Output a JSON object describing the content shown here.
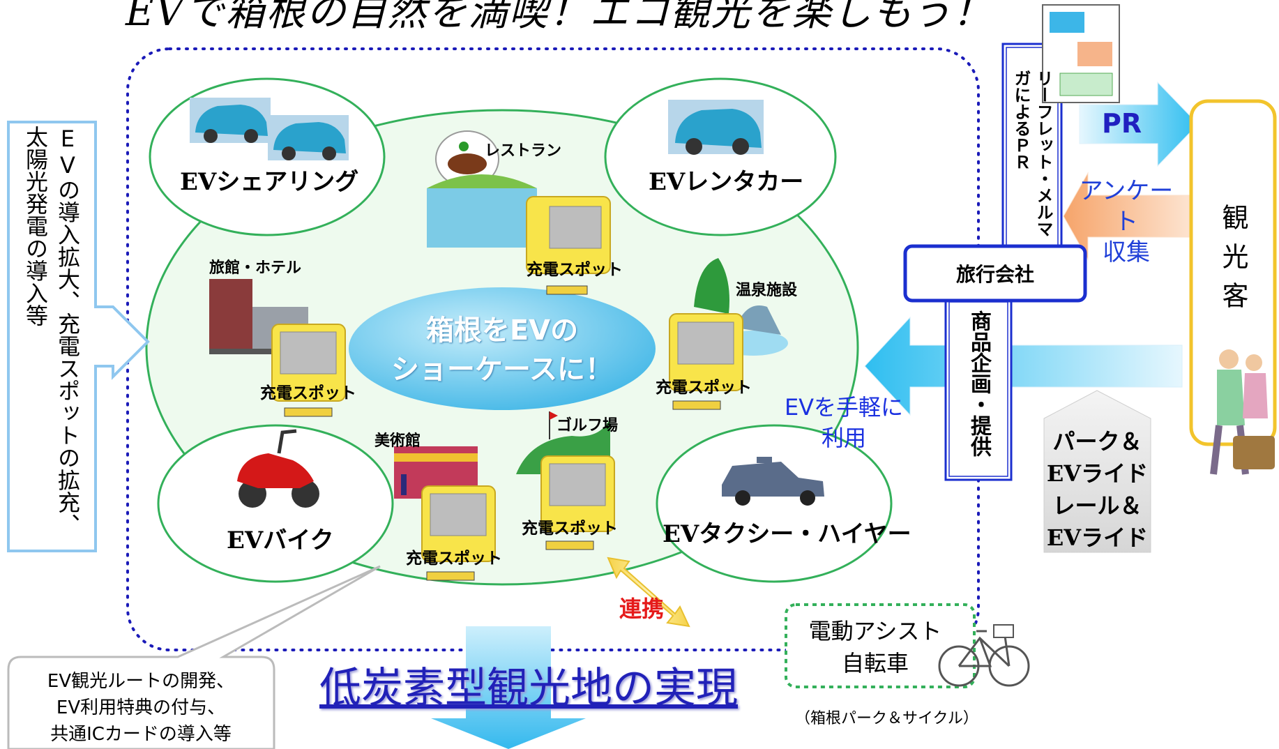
{
  "title": "EVで箱根の自然を満喫！エコ観光を楽しもう！",
  "left_box_text": "EVの導入拡大、充電スポットの拡充、太陽光発電の導入等",
  "center_text": [
    "箱根をEVの",
    "ショーケースに！"
  ],
  "services": {
    "sharing": "EVシェアリング",
    "rental": "EVレンタカー",
    "bike": "EVバイク",
    "taxi": "EVタクシー・ハイヤー"
  },
  "places": {
    "restaurant": "レストラン",
    "hotel": "旅館・ホテル",
    "onsen": "温泉施設",
    "museum": "美術館",
    "golf": "ゴルフ場"
  },
  "charge_spot": "充電スポット",
  "leaflet_text": "リーフレット・メルマガによるＰＲ",
  "travel_agency": "旅行会社",
  "product_text": "商品企画・提供",
  "pr_label": "PR",
  "survey_label": [
    "アンケート",
    "収集"
  ],
  "tourist_text": "観光客",
  "ev_use": [
    "EVを手軽に",
    "利用"
  ],
  "park_ride": [
    "パーク＆",
    "EVライド",
    "レール＆",
    "EVライド"
  ],
  "renkei": "連携",
  "bicycle_box": [
    "電動アシスト",
    "自転車"
  ],
  "bicycle_note": "（箱根パーク＆サイクル）",
  "bottom_title": "低炭素型観光地の実現",
  "callout": [
    "EV観光ルートの開発、",
    "EV利用特典の付与、",
    "共通ICカードの導入等"
  ],
  "colors": {
    "ellipse_stroke": "#33b05a",
    "charger": "#f8e44a",
    "arrow_blue": "#35c0ee",
    "frame_blue": "#1b2fcf",
    "title_underline": "#2121b8"
  }
}
